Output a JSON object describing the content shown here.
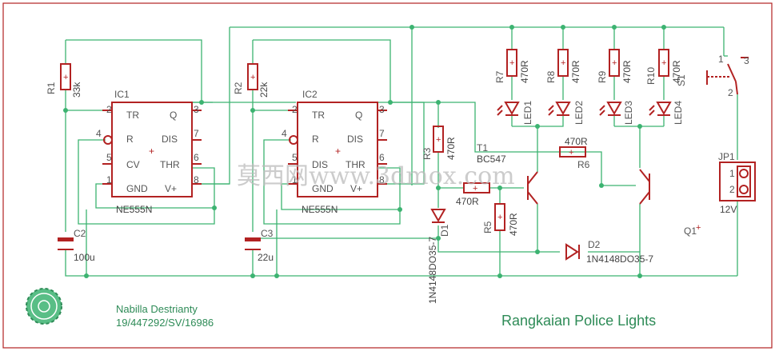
{
  "colors": {
    "wire": "#3cb371",
    "part": "#b22222",
    "frame": "#b22222",
    "text": "#555555"
  },
  "ic1": {
    "ref": "IC1",
    "value": "NE555N",
    "pins_left": [
      "TR",
      "R",
      "CV",
      "GND"
    ],
    "pins_right": [
      "Q",
      "DIS",
      "THR",
      "V+"
    ],
    "pin_nums_left": [
      "2",
      "4",
      "5",
      "1"
    ],
    "pin_nums_right": [
      "3",
      "7",
      "6",
      "8"
    ]
  },
  "ic2": {
    "ref": "IC2",
    "value": "NE555N",
    "pins_left": [
      "TR",
      "R",
      "DIS",
      "GND"
    ],
    "pins_right": [
      "Q",
      "DIS",
      "THR",
      "V+"
    ],
    "pin_nums_left": [
      "2",
      "4",
      "5",
      "1"
    ],
    "pin_nums_right": [
      "3",
      "7",
      "6",
      "8"
    ]
  },
  "r1": {
    "ref": "R1",
    "value": "33k"
  },
  "r2": {
    "ref": "R2",
    "value": "22k"
  },
  "r3": {
    "ref": "R3",
    "value": "470R"
  },
  "r4": {
    "ref": "",
    "value": "470R"
  },
  "r5": {
    "ref": "R5",
    "value": "470R"
  },
  "r6": {
    "ref": "R6",
    "value": "470R"
  },
  "r7": {
    "ref": "R7",
    "value": "470R"
  },
  "r8": {
    "ref": "R8",
    "value": "470R"
  },
  "r9": {
    "ref": "R9",
    "value": "470R"
  },
  "r10": {
    "ref": "R10",
    "value": "470R"
  },
  "c2": {
    "ref": "C2",
    "value": "100u"
  },
  "c3": {
    "ref": "C3",
    "value": "22u"
  },
  "d1": {
    "ref": "D1",
    "value": "1N4148DO35-7"
  },
  "d2": {
    "ref": "D2",
    "value": "1N4148DO35-7"
  },
  "leds": [
    "LED1",
    "LED2",
    "LED3",
    "LED4"
  ],
  "t1": {
    "ref": "T1",
    "value": "BC547"
  },
  "q1": {
    "ref": "Q1"
  },
  "s1": {
    "ref": "S1",
    "pins": [
      "1",
      "2",
      "3"
    ]
  },
  "jp1": {
    "ref": "JP1",
    "value": "12V",
    "pins": [
      "1",
      "2"
    ]
  },
  "author": {
    "name": "Nabilla Destrianty",
    "id": "19/447292/SV/16986"
  },
  "title": "Rangkaian Police Lights",
  "watermark": "莫西网www.3dmox.com",
  "logo": {
    "icon": "university-seal-icon"
  }
}
